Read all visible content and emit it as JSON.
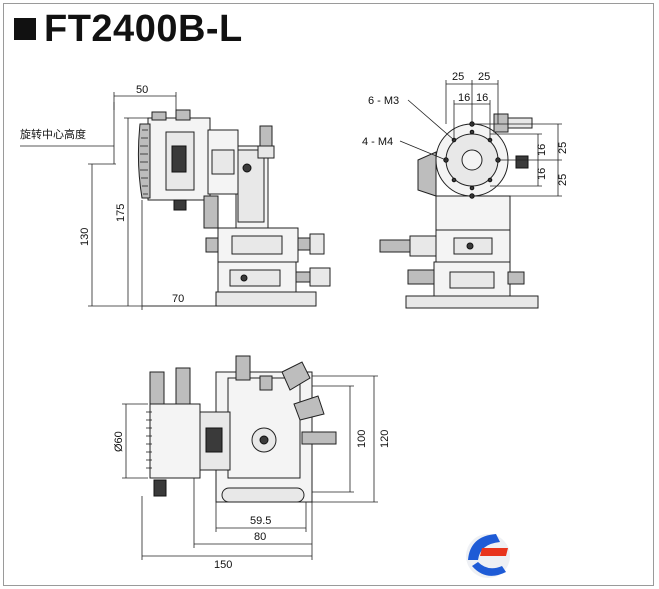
{
  "title": "FT2400B-L",
  "side_view": {
    "note": "旋转中心高度",
    "dim_top": "50",
    "dim_175": "175",
    "dim_130": "130",
    "dim_70": "70"
  },
  "front_view": {
    "holes_m3": "6 - M3",
    "holes_m4": "4 - M4",
    "dim_25_left": "25",
    "dim_25_right": "25",
    "dim_16_left": "16",
    "dim_16_right": "16",
    "dim_16_upper": "16",
    "dim_16_lower": "16",
    "dim_25_upper": "25",
    "dim_25_lower": "25"
  },
  "top_view": {
    "dim_dia": "Ø60",
    "dim_100": "100",
    "dim_120": "120",
    "dim_595": "59.5",
    "dim_80": "80",
    "dim_150": "150"
  },
  "logo": {
    "colors": {
      "blue": "#1e5bd6",
      "red": "#e8341c"
    }
  }
}
